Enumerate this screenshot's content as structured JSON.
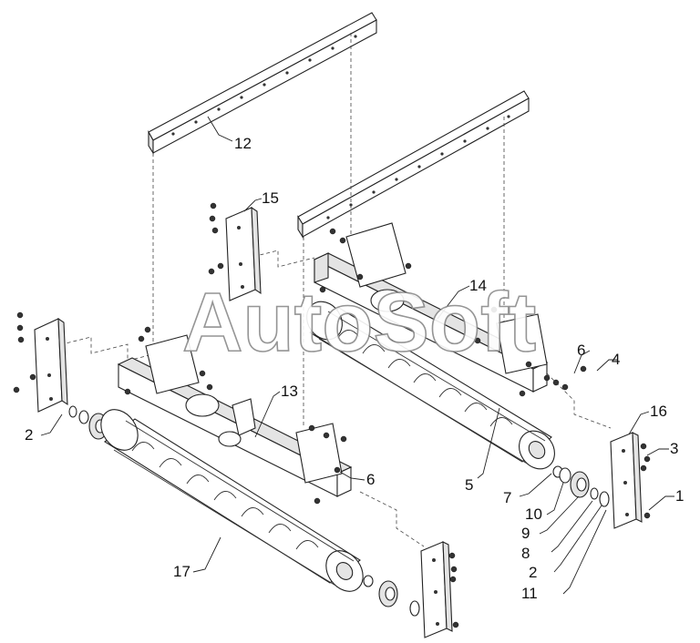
{
  "watermark": "AutoSoft",
  "callouts": [
    {
      "label": "12"
    },
    {
      "label": "15"
    },
    {
      "label": "14"
    },
    {
      "label": "13"
    },
    {
      "label": "6"
    },
    {
      "label": "4"
    },
    {
      "label": "16"
    },
    {
      "label": "3"
    },
    {
      "label": "1"
    },
    {
      "label": "2"
    },
    {
      "label": "5"
    },
    {
      "label": "7"
    },
    {
      "label": "10"
    },
    {
      "label": "9"
    },
    {
      "label": "8"
    },
    {
      "label": "2"
    },
    {
      "label": "11"
    },
    {
      "label": "6"
    },
    {
      "label": "17"
    }
  ]
}
